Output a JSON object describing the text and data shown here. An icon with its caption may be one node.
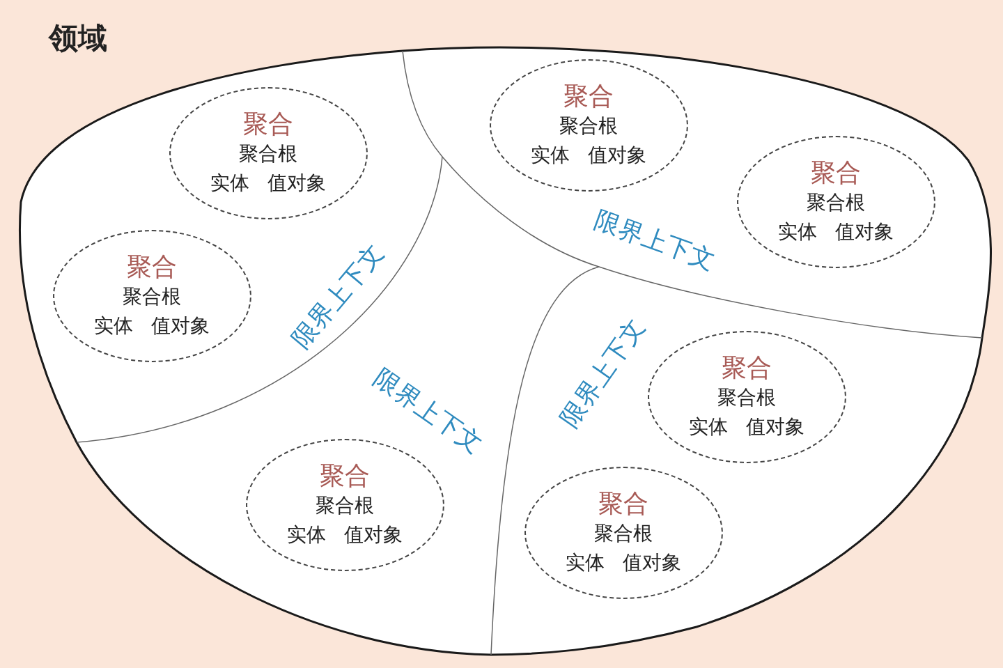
{
  "diagram": {
    "nodes": [
      {
        "text": [
          "领域"
        ]
      },
      {
        "text": [
          "限界上下文"
        ],
        "in": 0
      },
      {
        "text": [
          "聚合",
          "聚合根",
          "实体",
          "值对象"
        ],
        "in": 1
      },
      {
        "text": [
          "聚合",
          "聚合根",
          "实体",
          "值对象"
        ],
        "in": 1
      },
      {
        "text": [
          "限界上下文"
        ],
        "in": 0
      },
      {
        "text": [
          "聚合",
          "聚合根",
          "实体",
          "值对象"
        ],
        "in": 4
      },
      {
        "text": [
          "聚合",
          "聚合根",
          "实体",
          "值对象"
        ],
        "in": 4
      },
      {
        "text": [
          "限界上下文"
        ],
        "in": 0
      },
      {
        "text": [
          "聚合",
          "聚合根",
          "实体",
          "值对象"
        ],
        "in": 7
      },
      {
        "text": [
          "限界上下文"
        ],
        "in": 0
      },
      {
        "text": [
          "聚合",
          "聚合根",
          "实体",
          "值对象"
        ],
        "in": 9
      },
      {
        "text": [
          "聚合",
          "聚合根",
          "实体",
          "值对象"
        ],
        "in": 9
      }
    ],
    "edges": []
  }
}
